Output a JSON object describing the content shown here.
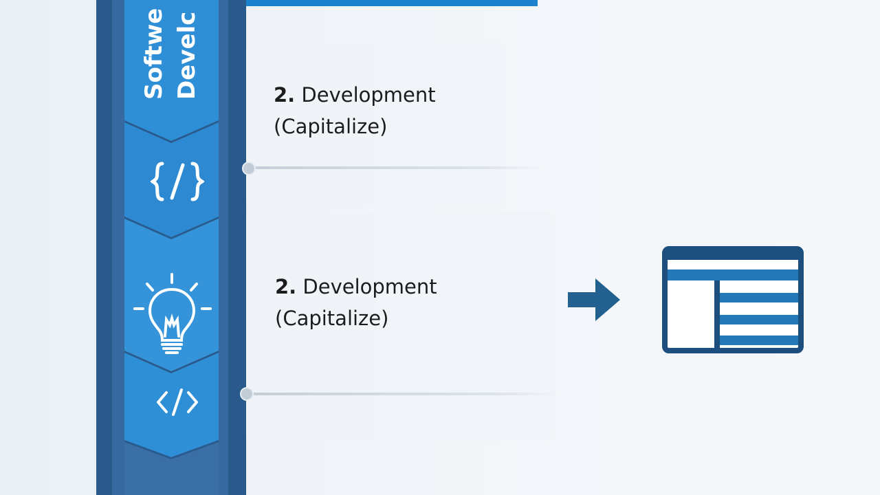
{
  "sidebar": {
    "title_lines": [
      "Softwe",
      "Develc"
    ],
    "icons": [
      "code-braces-icon",
      "lightbulb-icon",
      "code-tag-icon"
    ]
  },
  "steps": [
    {
      "number": "2.",
      "title": "Development",
      "subtitle": "(Capitalize)"
    },
    {
      "number": "2.",
      "title": "Development",
      "subtitle": "(Capitalize)"
    }
  ],
  "colors": {
    "accent": "#1a82cf",
    "rail_dark": "#2a5a8c",
    "rail_light": "#2f8fd6",
    "icon_navy": "#1d4f7e",
    "arrow": "#22618f"
  },
  "icons": [
    "arrow-right-icon",
    "document-layout-icon"
  ]
}
